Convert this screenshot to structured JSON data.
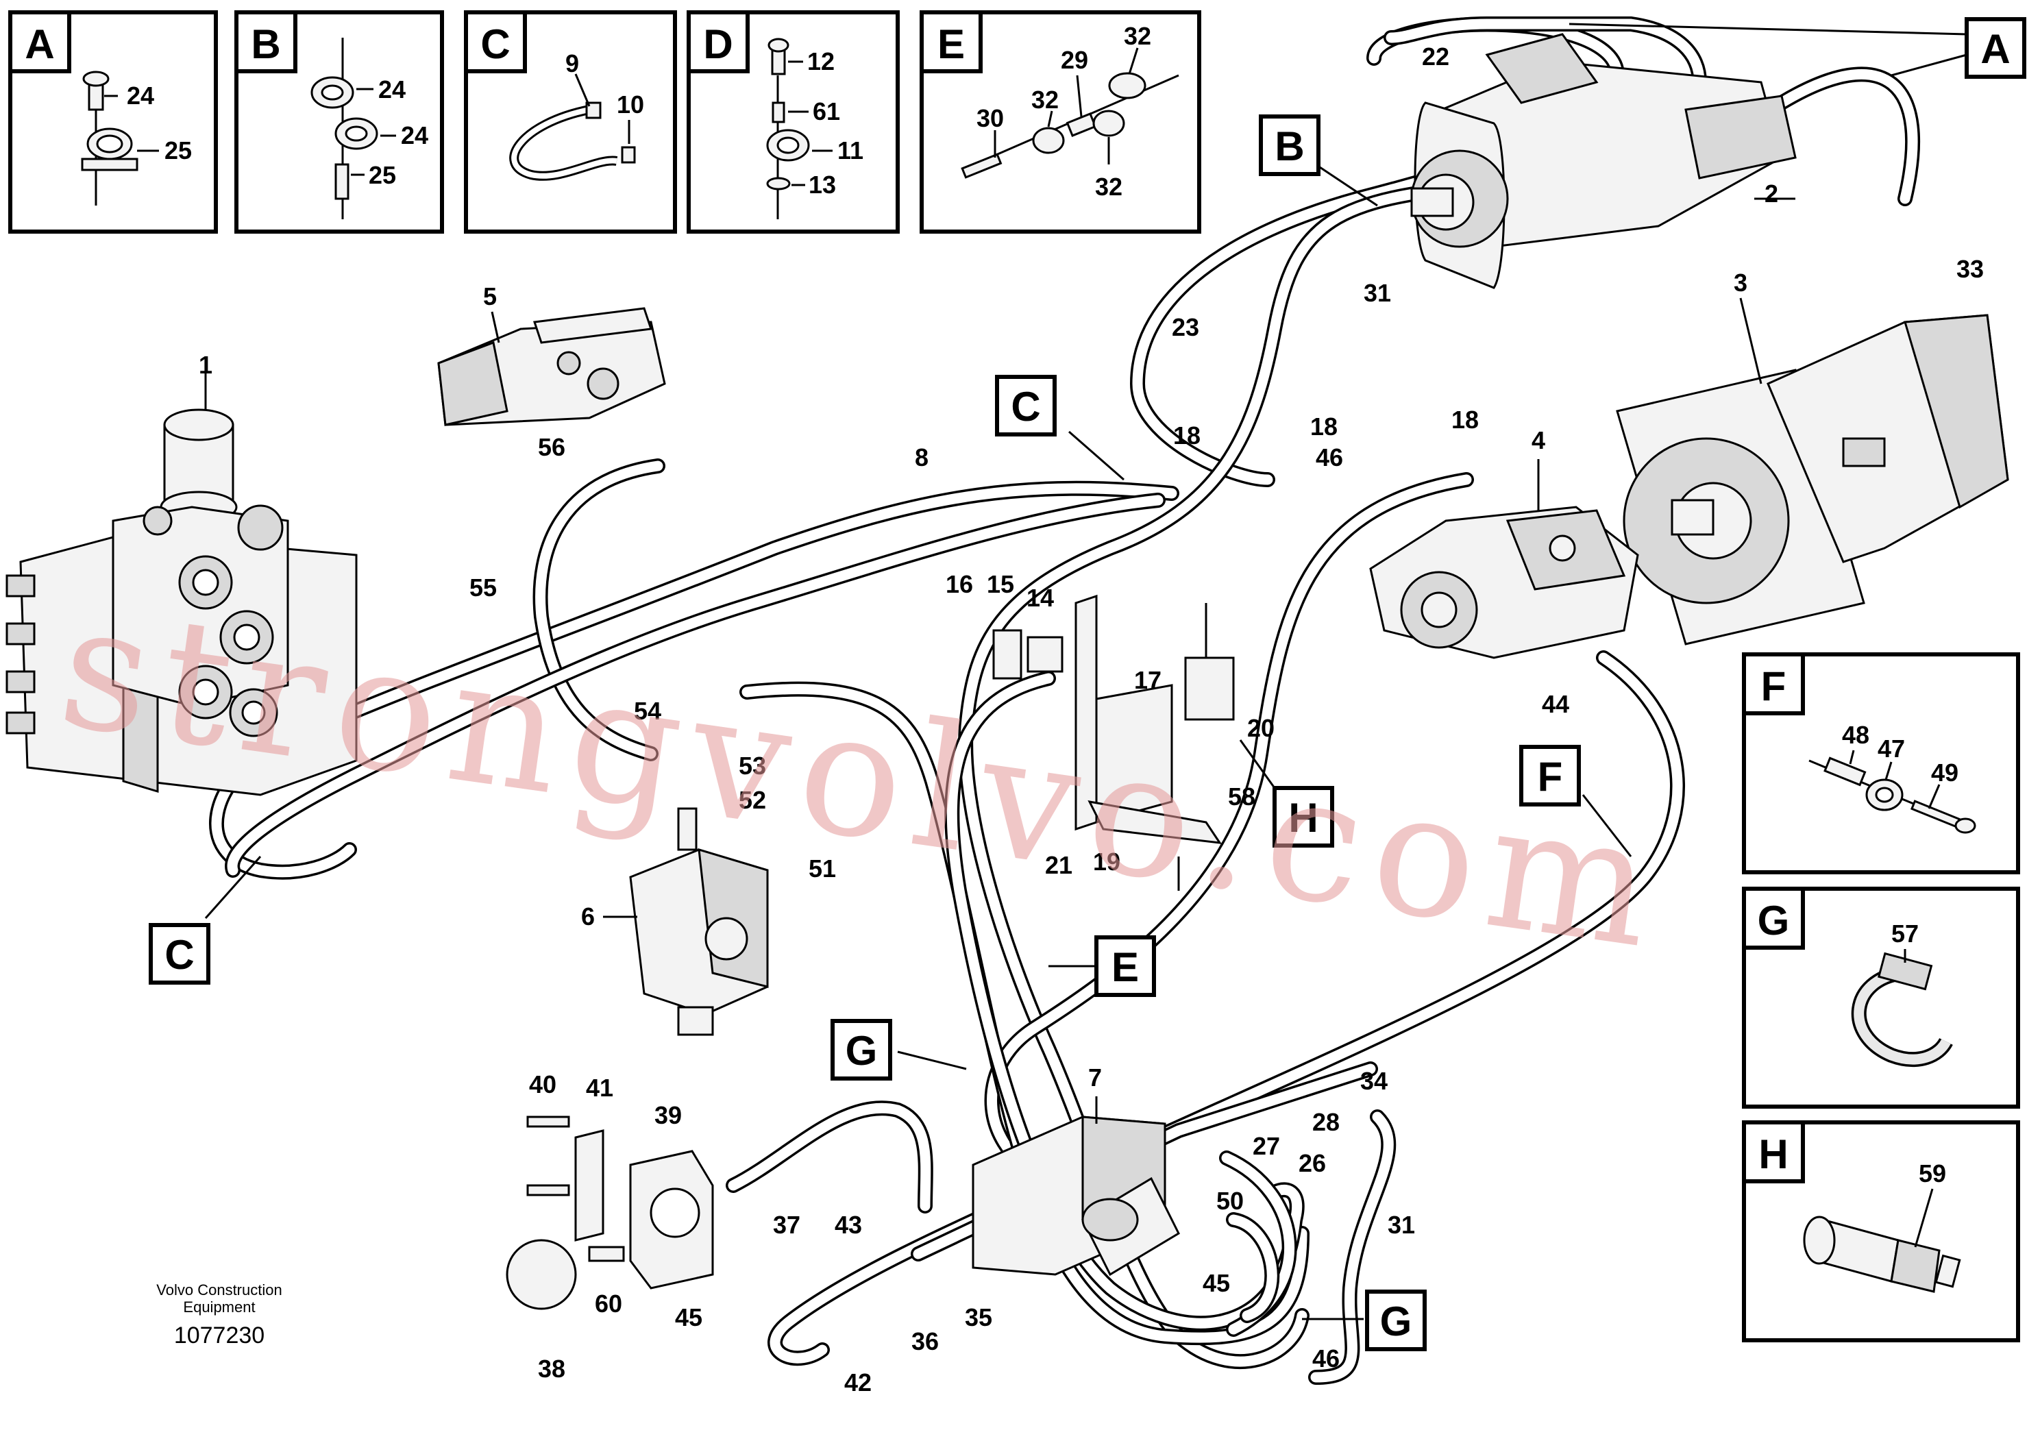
{
  "callouts": [
    {
      "text": "1"
    },
    {
      "text": "2"
    },
    {
      "text": "3"
    },
    {
      "text": "4"
    },
    {
      "text": "5"
    },
    {
      "text": "6"
    },
    {
      "text": "7"
    },
    {
      "text": "8"
    },
    {
      "text": "14"
    },
    {
      "text": "15"
    },
    {
      "text": "16"
    },
    {
      "text": "17"
    },
    {
      "text": "18"
    },
    {
      "text": "18"
    },
    {
      "text": "18"
    },
    {
      "text": "19"
    },
    {
      "text": "20"
    },
    {
      "text": "21"
    },
    {
      "text": "22"
    },
    {
      "text": "23"
    },
    {
      "text": "26"
    },
    {
      "text": "27"
    },
    {
      "text": "28"
    },
    {
      "text": "31"
    },
    {
      "text": "31"
    },
    {
      "text": "33"
    },
    {
      "text": "34"
    },
    {
      "text": "35"
    },
    {
      "text": "36"
    },
    {
      "text": "37"
    },
    {
      "text": "38"
    },
    {
      "text": "39"
    },
    {
      "text": "40"
    },
    {
      "text": "41"
    },
    {
      "text": "42"
    },
    {
      "text": "43"
    },
    {
      "text": "44"
    },
    {
      "text": "45"
    },
    {
      "text": "45"
    },
    {
      "text": "46"
    },
    {
      "text": "46"
    },
    {
      "text": "50"
    },
    {
      "text": "51"
    },
    {
      "text": "52"
    },
    {
      "text": "53"
    },
    {
      "text": "54"
    },
    {
      "text": "55"
    },
    {
      "text": "56"
    },
    {
      "text": "58"
    },
    {
      "text": "60"
    }
  ],
  "view_markers": [
    {
      "text": "A"
    },
    {
      "text": "B"
    },
    {
      "text": "C"
    },
    {
      "text": "C"
    },
    {
      "text": "E"
    },
    {
      "text": "F"
    },
    {
      "text": "G"
    },
    {
      "text": "G"
    },
    {
      "text": "H"
    }
  ],
  "detail_boxes": {
    "A": {
      "letter": "A",
      "labels": [
        "24",
        "25"
      ]
    },
    "B": {
      "letter": "B",
      "labels": [
        "24",
        "24",
        "25"
      ]
    },
    "C": {
      "letter": "C",
      "labels": [
        "9",
        "10"
      ]
    },
    "D": {
      "letter": "D",
      "labels": [
        "12",
        "61",
        "11",
        "13"
      ]
    },
    "E": {
      "letter": "E",
      "labels": [
        "32",
        "29",
        "32",
        "30",
        "32"
      ]
    },
    "F": {
      "letter": "F",
      "labels": [
        "48",
        "47",
        "49"
      ]
    },
    "G": {
      "letter": "G",
      "labels": [
        "57"
      ]
    },
    "H": {
      "letter": "H",
      "labels": [
        "59"
      ]
    }
  },
  "footer": {
    "line1": "Volvo Construction",
    "line2": "Equipment",
    "drawing_number": "1077230"
  },
  "watermark": "strongvolvo.com"
}
